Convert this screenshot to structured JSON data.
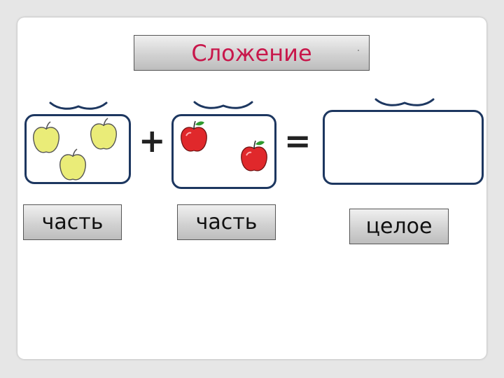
{
  "title": "Сложение",
  "labels": {
    "part_left": "часть",
    "part_right": "часть",
    "whole": "целое"
  },
  "operators": {
    "plus": "+",
    "equals": "="
  },
  "colors": {
    "title_text": "#c8174b",
    "box_border": "#1d3760",
    "yellow_apple": "#eaec78",
    "red_apple": "#e0282b",
    "leaf": "#2f9a2f"
  },
  "groups": {
    "left": {
      "apple_color": "yellow",
      "apple_count": 3
    },
    "right": {
      "apple_color": "red",
      "apple_count": 2
    },
    "result": {
      "apple_count": 0
    }
  }
}
